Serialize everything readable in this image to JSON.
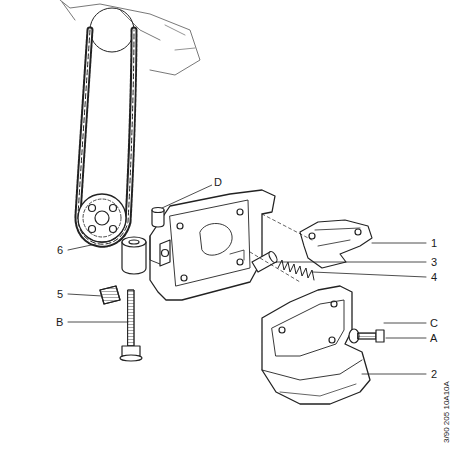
{
  "diagram": {
    "labels": [
      "D",
      "1",
      "6",
      "3",
      "4",
      "5",
      "C",
      "A",
      "B",
      "2",
      "3/90 205 10A10A"
    ]
  }
}
